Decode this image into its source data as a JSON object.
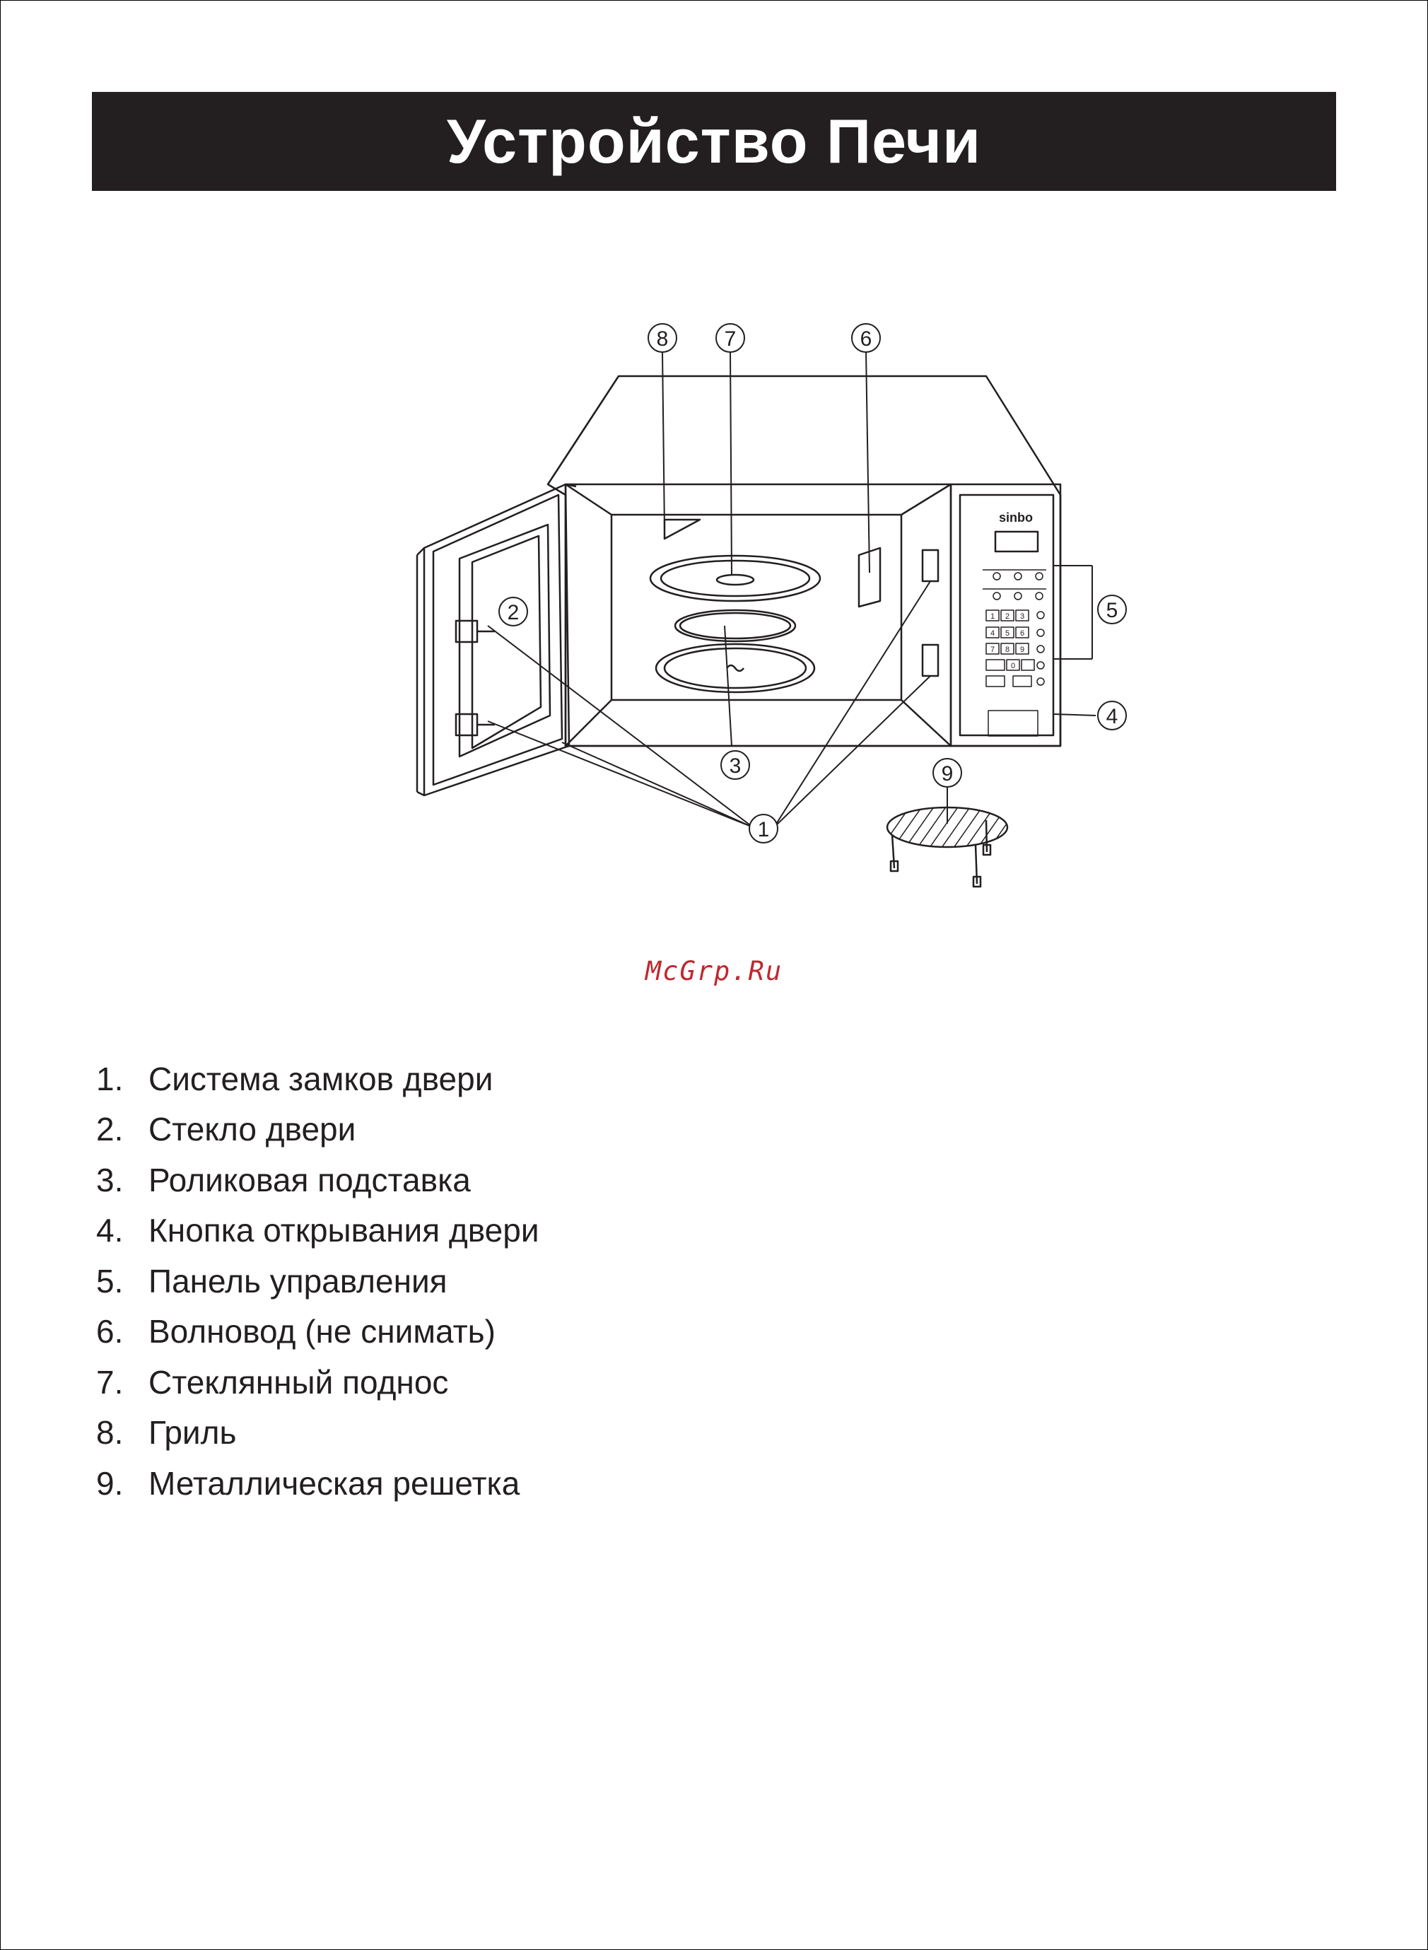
{
  "page": {
    "title": "Устройство Печи",
    "watermark": "McGrp.Ru"
  },
  "diagram": {
    "callouts": [
      "1",
      "2",
      "3",
      "4",
      "5",
      "6",
      "7",
      "8",
      "9"
    ],
    "brand_logo": "sinbo",
    "keypad_digits": [
      "1",
      "2",
      "3",
      "4",
      "5",
      "6",
      "7",
      "8",
      "9",
      "0"
    ]
  },
  "parts": [
    {
      "number": "1.",
      "label": "Система замков двери"
    },
    {
      "number": "2.",
      "label": "Стекло двери"
    },
    {
      "number": "3.",
      "label": "Роликовая подставка"
    },
    {
      "number": "4.",
      "label": "Кнопка открывания двери"
    },
    {
      "number": "5.",
      "label": "Панель управления"
    },
    {
      "number": "6.",
      "label": "Волновод (не снимать)"
    },
    {
      "number": "7.",
      "label": "Стеклянный поднос"
    },
    {
      "number": "8.",
      "label": "Гриль"
    },
    {
      "number": "9.",
      "label": "Металлическая решетка"
    }
  ],
  "colors": {
    "title_bar": "#231f20",
    "title_text": "#ffffff",
    "watermark": "#c0272d",
    "line_art": "#231f20"
  }
}
